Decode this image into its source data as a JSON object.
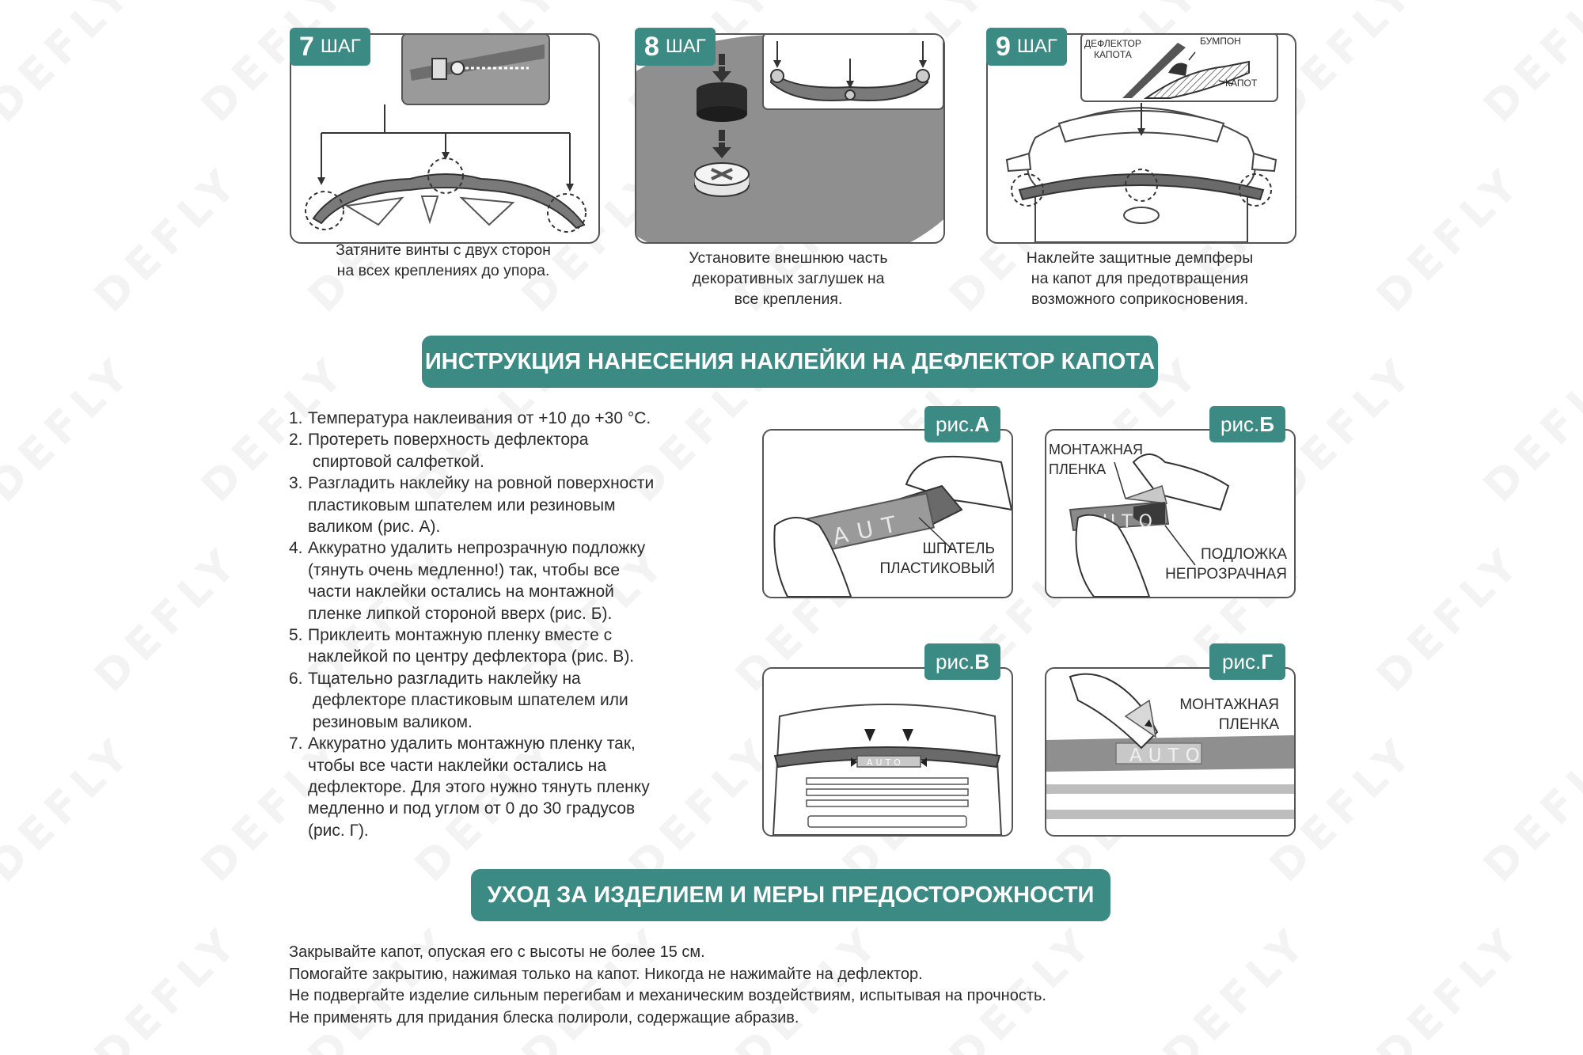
{
  "watermark": "DEFLY",
  "steps": [
    {
      "num": "7",
      "word": "ШАГ",
      "caption": [
        "Затяните винты с двух сторон",
        "на всех креплениях до упора."
      ]
    },
    {
      "num": "8",
      "word": "ШАГ",
      "caption": [
        "Установите внешнюю часть",
        "декоративных заглушек на",
        "все крепления."
      ]
    },
    {
      "num": "9",
      "word": "ШАГ",
      "caption": [
        "Наклейте защитные демпферы",
        "на капот для предотвращения",
        "возможного соприкосновения."
      ],
      "labels": {
        "deflector": [
          "ДЕФЛЕКТОР",
          "КАПОТА"
        ],
        "bumper": "БУМПОН",
        "hood": "КАПОТ"
      }
    }
  ],
  "sticker_section": {
    "title": "ИНСТРУКЦИЯ НАНЕСЕНИЯ НАКЛЕЙКИ НА ДЕФЛЕКТОР КАПОТА",
    "instructions": [
      {
        "n": "1.",
        "lines": [
          "Температура наклеивания от +10 до +30 °С."
        ]
      },
      {
        "n": "2.",
        "lines": [
          "Протереть поверхность дефлектора",
          " спиртовой салфеткой."
        ]
      },
      {
        "n": "3.",
        "lines": [
          "Разгладить наклейку на ровной поверхности",
          "пластиковым шпателем или резиновым",
          "валиком (рис. А)."
        ]
      },
      {
        "n": "4.",
        "lines": [
          "Аккуратно удалить непрозрачную подложку",
          "(тянуть очень медленно!) так, чтобы все",
          "части наклейки остались на монтажной",
          "пленке липкой стороной вверх (рис. Б)."
        ]
      },
      {
        "n": "5.",
        "lines": [
          "Приклеить монтажную пленку вместе с",
          "наклейкой по центру дефлектора (рис. В)."
        ]
      },
      {
        "n": "6.",
        "lines": [
          "Тщательно разгладить наклейку на",
          " дефлекторе пластиковым шпателем или",
          " резиновым валиком."
        ]
      },
      {
        "n": "7.",
        "lines": [
          "Аккуратно удалить монтажную пленку так,",
          "чтобы все части наклейки остались на",
          "дефлекторе. Для этого нужно тянуть пленку",
          "медленно и под углом от 0 до 30 градусов",
          "(рис. Г)."
        ]
      }
    ],
    "figures": {
      "a": {
        "prefix": "рис.",
        "letter": "А",
        "labels": [
          "ШПАТЕЛЬ",
          "ПЛАСТИКОВЫЙ"
        ],
        "sticker_text": "AUT"
      },
      "b": {
        "prefix": "рис.",
        "letter": "Б",
        "label_film": [
          "МОНТАЖНАЯ",
          "ПЛЕНКА"
        ],
        "label_backing": [
          "ПОДЛОЖКА",
          "НЕПРОЗРАЧНАЯ"
        ],
        "sticker_text": "AUTO"
      },
      "v": {
        "prefix": "рис.",
        "letter": "В",
        "sticker_text": "AUTO"
      },
      "g": {
        "prefix": "рис.",
        "letter": "Г",
        "label_film": [
          "МОНТАЖНАЯ",
          "ПЛЕНКА"
        ],
        "sticker_text": "AUTO"
      }
    }
  },
  "care_section": {
    "title": "УХОД ЗА ИЗДЕЛИЕМ И МЕРЫ ПРЕДОСТОРОЖНОСТИ",
    "lines": [
      "Закрывайте капот, опуская его с высоты не более 15 см.",
      "Помогайте закрытию, нажимая только на капот. Никогда не нажимайте на дефлектор.",
      "Не подвергайте изделие сильным перегибам и механическим воздействиям, испытывая на прочность.",
      "Не применять для придания блеска полироли, содержащие абразив."
    ]
  },
  "colors": {
    "accent": "#3c8a84",
    "grey": "#8f8f8f",
    "dark": "#2b2b2b"
  }
}
